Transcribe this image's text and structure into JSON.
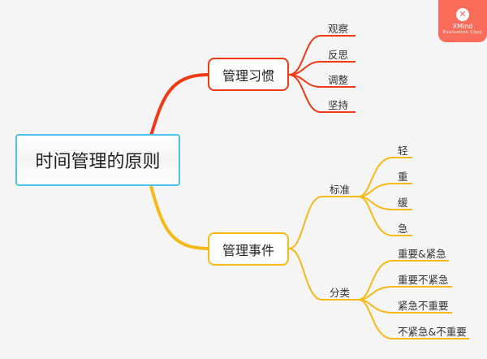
{
  "watermark": {
    "icon": "x-icon",
    "icon_glyph": "✕",
    "brand": "XMind",
    "subtitle": "Evaluation Copy",
    "color": "#fb6d5a"
  },
  "root": {
    "label": "时间管理的原则",
    "border_color": "#4ec2ef"
  },
  "branches": [
    {
      "label": "管理习惯",
      "color": "#f03a17",
      "children": [
        {
          "label": "观察"
        },
        {
          "label": "反思"
        },
        {
          "label": "调整"
        },
        {
          "label": "坚持"
        }
      ]
    },
    {
      "label": "管理事件",
      "color": "#f7b919",
      "children": [
        {
          "label": "标准",
          "children": [
            {
              "label": "轻"
            },
            {
              "label": "重"
            },
            {
              "label": "缓"
            },
            {
              "label": "急"
            }
          ]
        },
        {
          "label": "分类",
          "children": [
            {
              "label": "重要&紧急"
            },
            {
              "label": "重要不紧急"
            },
            {
              "label": "紧急不重要"
            },
            {
              "label": "不紧急&不重要"
            }
          ]
        }
      ]
    }
  ]
}
